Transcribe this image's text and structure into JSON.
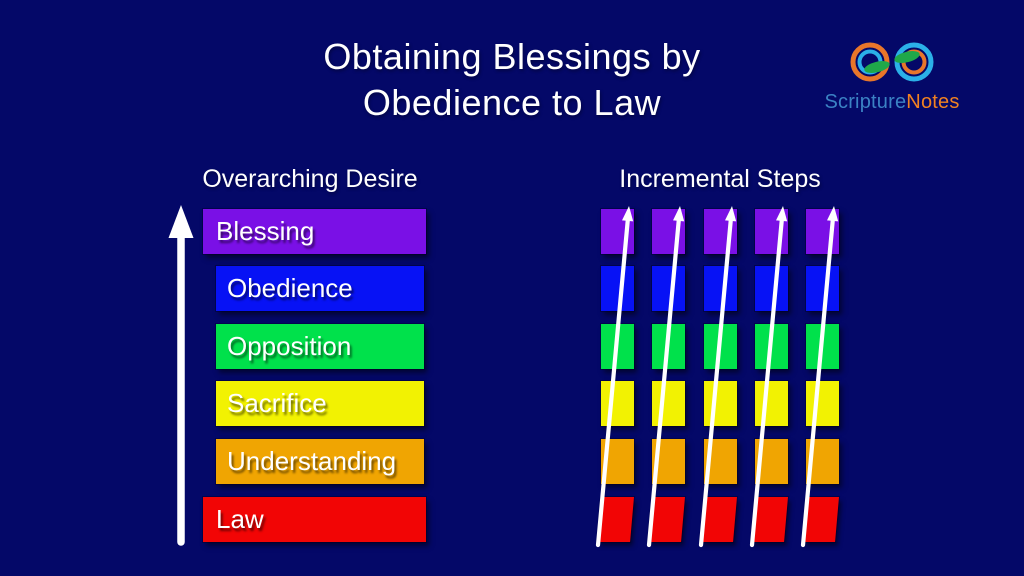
{
  "background_color": "#040868",
  "title": {
    "line1": "Obtaining Blessings by",
    "line2": "Obedience to Law"
  },
  "logo": {
    "text_primary": "Scripture",
    "text_secondary": "Notes",
    "colors": {
      "text_primary": "#3b82c4",
      "text_secondary": "#f08121",
      "loop_orange": "#e8762a",
      "loop_blue": "#2bb0e8",
      "leaf_green": "#1fa84a"
    }
  },
  "left_section": {
    "heading": "Overarching Desire",
    "arrow_color": "#ffffff",
    "bars": [
      {
        "label": "Blessing",
        "color": "#7a10e6",
        "wide": true
      },
      {
        "label": "Obedience",
        "color": "#0712f5",
        "wide": false
      },
      {
        "label": "Opposition",
        "color": "#00e14b",
        "wide": false
      },
      {
        "label": "Sacrifice",
        "color": "#f2f202",
        "wide": false
      },
      {
        "label": "Understanding",
        "color": "#f0a502",
        "wide": false
      },
      {
        "label": "Law",
        "color": "#f20505",
        "wide": true
      }
    ]
  },
  "right_section": {
    "heading": "Incremental Steps",
    "columns": 5,
    "arrow_color": "#ffffff",
    "row_colors": [
      "#7a10e6",
      "#0712f5",
      "#00e14b",
      "#f2f202",
      "#f0a502",
      "#f20505"
    ]
  }
}
